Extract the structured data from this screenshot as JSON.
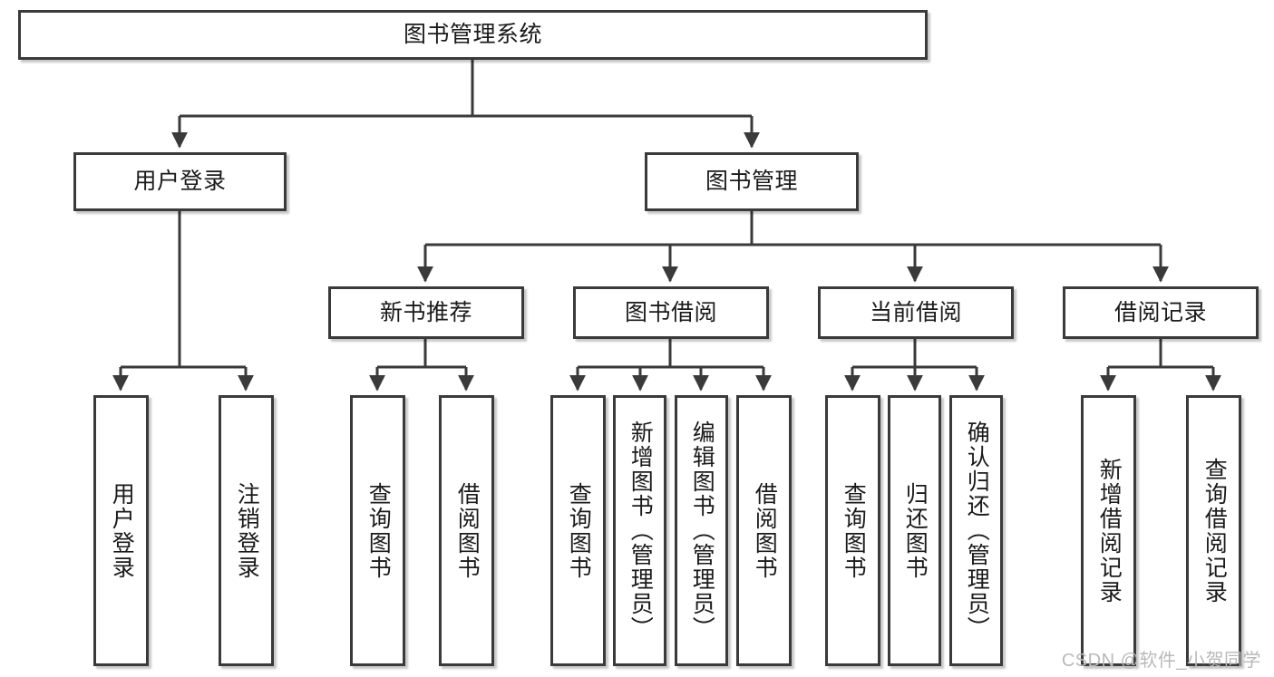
{
  "diagram": {
    "title": "图书管理系统",
    "type": "hierarchy-tree",
    "watermark": "CSDN @软件_小贺同学",
    "colors": {
      "box_border": "#3a3a3a",
      "box_fill": "#ffffff",
      "edge": "#3a3a3a",
      "text": "#1a1a1a",
      "watermark": "#b9b9b9",
      "background": "#ffffff"
    },
    "levels": {
      "level1": [
        "图书管理系统"
      ],
      "level2": [
        "用户登录",
        "图书管理"
      ],
      "level3": [
        "新书推荐",
        "图书借阅",
        "当前借阅",
        "借阅记录"
      ],
      "level4": [
        "用户登录",
        "注销登录",
        "查询图书",
        "借阅图书",
        "查询图书",
        "新增图书（管理员）",
        "编辑图书（管理员）",
        "借阅图书",
        "查询图书",
        "归还图书",
        "确认归还（管理员）",
        "新增借阅记录",
        "查询借阅记录"
      ]
    },
    "nodes": {
      "root": {
        "label": "图书管理系统"
      },
      "user_login": {
        "label": "用户登录"
      },
      "book_manage": {
        "label": "图书管理"
      },
      "new_book_rec": {
        "label": "新书推荐"
      },
      "book_borrow": {
        "label": "图书借阅"
      },
      "current_borrow": {
        "label": "当前借阅"
      },
      "borrow_record": {
        "label": "借阅记录"
      },
      "leaf_user_login": {
        "label": "用户登录"
      },
      "leaf_logout": {
        "label": "注销登录"
      },
      "leaf_query_book_a": {
        "label": "查询图书"
      },
      "leaf_borrow_book_a": {
        "label": "借阅图书"
      },
      "leaf_query_book_b": {
        "label": "查询图书"
      },
      "leaf_add_book": {
        "label": "新增图书（管理员）"
      },
      "leaf_edit_book": {
        "label": "编辑图书（管理员）"
      },
      "leaf_borrow_book_b": {
        "label": "借阅图书"
      },
      "leaf_query_book_c": {
        "label": "查询图书"
      },
      "leaf_return_book": {
        "label": "归还图书"
      },
      "leaf_confirm_return": {
        "label": "确认归还（管理员）"
      },
      "leaf_add_record": {
        "label": "新增借阅记录"
      },
      "leaf_query_record": {
        "label": "查询借阅记录"
      }
    }
  }
}
